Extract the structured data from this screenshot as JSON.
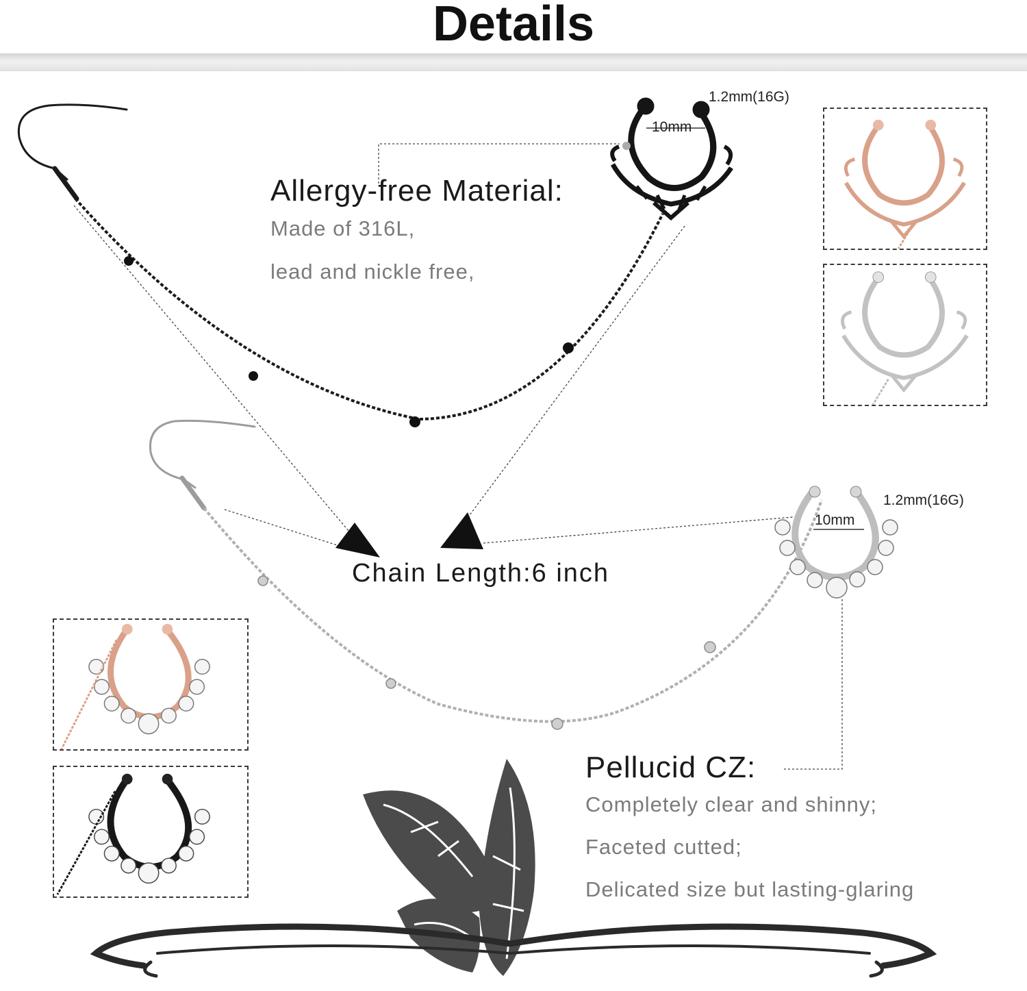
{
  "header": {
    "title": "Details"
  },
  "material": {
    "heading": "Allergy-free Material:",
    "lines": [
      "Made of 316L,",
      "lead and nickle free,"
    ]
  },
  "chain": {
    "label": "Chain Length:6 inch"
  },
  "cz": {
    "heading": "Pellucid CZ:",
    "lines": [
      "Completely clear and shinny;",
      "Faceted cutted;",
      "Delicated size but lasting-glaring"
    ]
  },
  "black_ring": {
    "diameter": "10mm",
    "gauge": "1.2mm(16G)"
  },
  "silver_ring": {
    "diameter": "10mm",
    "gauge": "1.2mm(16G)"
  },
  "variants": [
    {
      "metal": "rose-gold",
      "style": "filigree"
    },
    {
      "metal": "silver",
      "style": "filigree"
    },
    {
      "metal": "rose-gold",
      "style": "cz"
    },
    {
      "metal": "black",
      "style": "cz"
    }
  ],
  "colors": {
    "black_metal": "#1b1b1b",
    "silver_metal": "#b9b9b9",
    "rose_gold": "#d9a189",
    "butterfly": "#4b4b4b"
  }
}
